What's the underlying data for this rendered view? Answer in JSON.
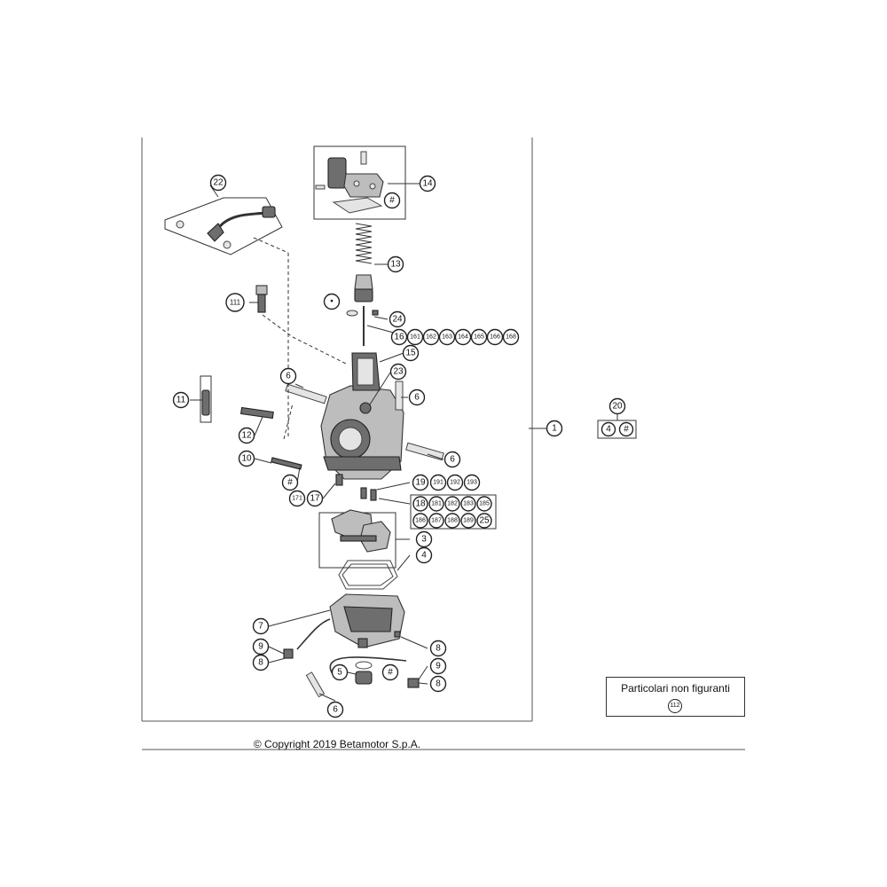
{
  "diagram": {
    "callouts": {
      "c1": "1",
      "c3": "3",
      "c4": "4",
      "c5": "5",
      "c5hash": "#",
      "c6a": "6",
      "c6b": "6",
      "c6c": "6",
      "c6d": "6",
      "c7": "7",
      "c8a": "8",
      "c8b": "8",
      "c8c": "8",
      "c9a": "9",
      "c9b": "9",
      "c10": "10",
      "c10hash": "#",
      "c11": "11",
      "c12": "12",
      "c13": "13",
      "c14": "14",
      "c14hash": "#",
      "c15": "15",
      "c16": "16",
      "c161": "161",
      "c162": "162",
      "c163": "163",
      "c164": "164",
      "c165": "165",
      "c166": "166",
      "c168": "168",
      "c17": "17",
      "c171": "171",
      "c18": "18",
      "c181": "181",
      "c182": "182",
      "c183": "183",
      "c185": "185",
      "c186": "186",
      "c187": "187",
      "c188": "188",
      "c189": "189",
      "c25": "25",
      "c19": "19",
      "c191": "191",
      "c192": "192",
      "c193": "193",
      "c20": "20",
      "c20a": "4",
      "c20b": "#",
      "c22": "22",
      "c23": "23",
      "c24": "24",
      "c111": "111",
      "cdot": "•"
    },
    "legend": {
      "title": "Particolari non figuranti",
      "code": "112"
    },
    "copyright": "© Copyright 2019 Betamotor S.p.A."
  }
}
